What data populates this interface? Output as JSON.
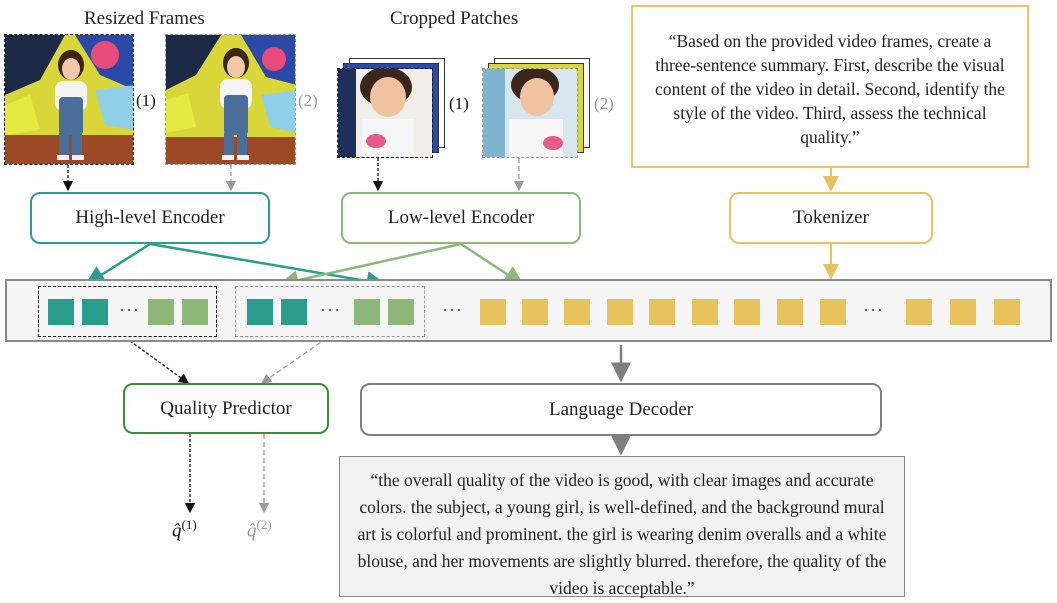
{
  "labels": {
    "resized_frames": "Resized Frames",
    "cropped_patches": "Cropped Patches"
  },
  "frame_indices": {
    "first": "(1)",
    "second": "(2)"
  },
  "encoders": {
    "high_level": "High-level Encoder",
    "low_level": "Low-level Encoder",
    "tokenizer": "Tokenizer"
  },
  "prompt_text": "“Based on the provided video frames, create a three-sentence summary. First, describe the visual content of the video in detail. Second, identify the style of the video. Third, assess the technical quality.”",
  "token_sequence": {
    "ellipsis": "···"
  },
  "quality_predictor": "Quality Predictor",
  "language_decoder": "Language Decoder",
  "predictions": {
    "q1_sup": "(1)",
    "q2_sup": "(2)",
    "q_symbol": "q̂"
  },
  "output_text": "“the overall quality of the video is good, with clear images and accurate colors. the subject, a young girl, is well-defined, and the background mural art is colorful and prominent. the girl is wearing denim overalls and a white blouse, and her movements are slightly blurred. therefore, the quality of the video is acceptable.”",
  "colors": {
    "teal": "#2a9d8f",
    "green": "#8db87a",
    "yellow": "#e8c25c",
    "dark_green": "#3c8a3a",
    "gray": "#7f7f7f"
  }
}
